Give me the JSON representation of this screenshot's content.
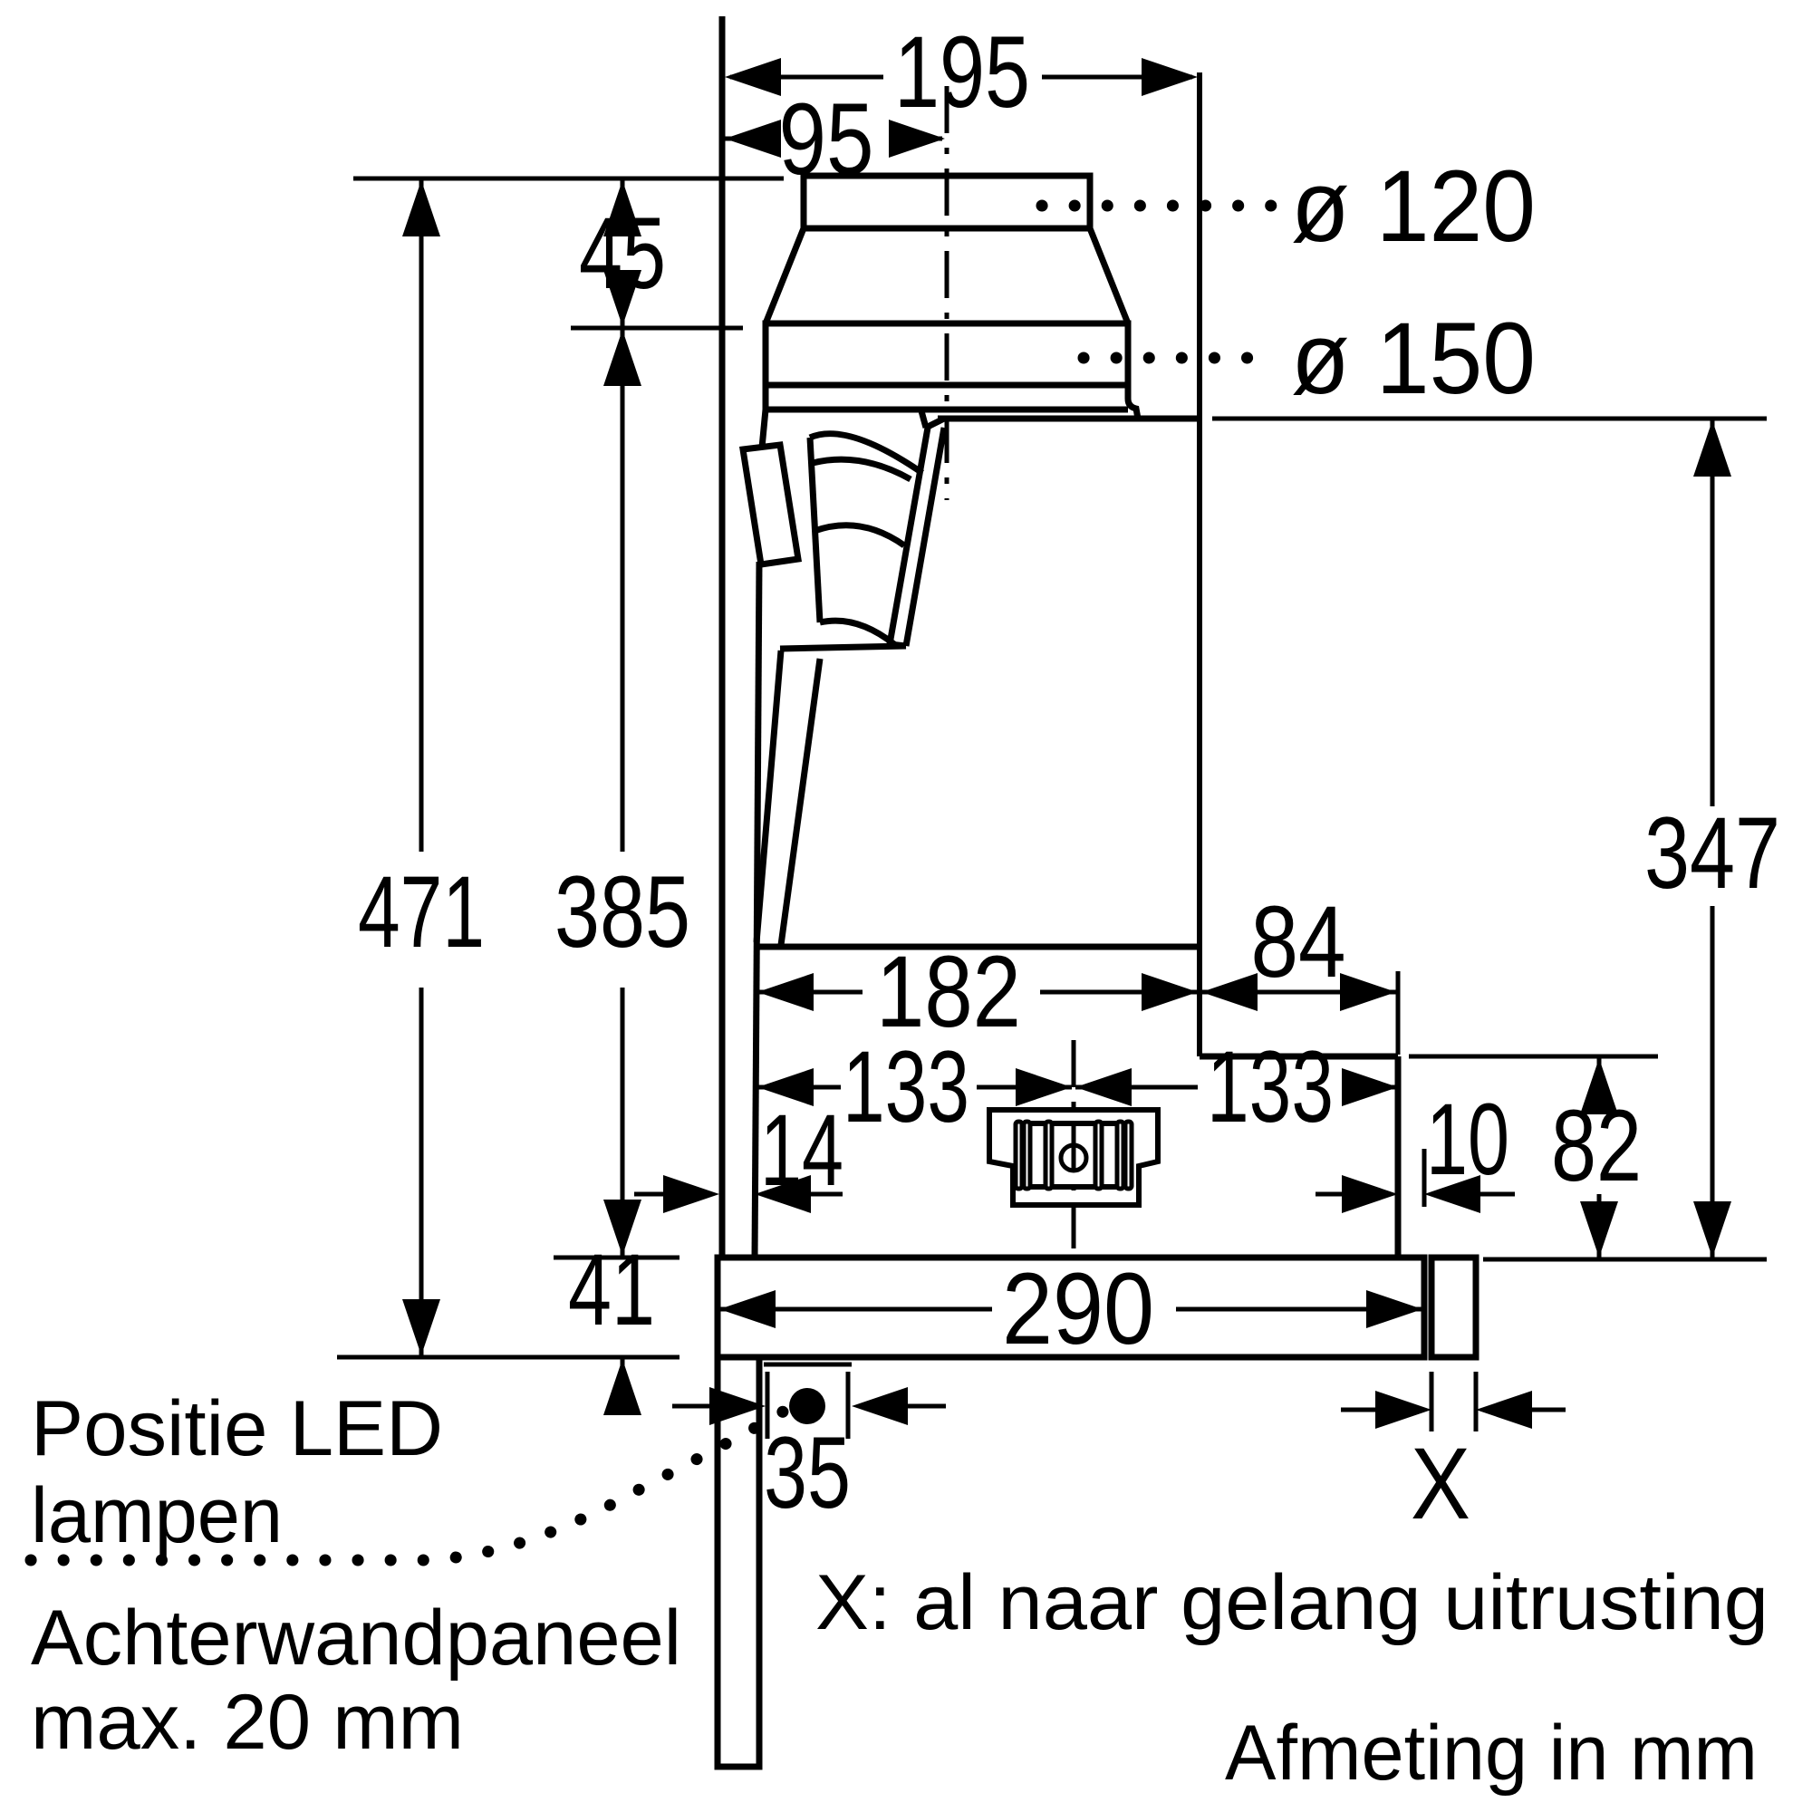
{
  "colors": {
    "ink": "#000000",
    "paper": "#ffffff"
  },
  "dims": {
    "top_width": "195",
    "half_width": "95",
    "collar_height": "45",
    "duct_top_dia": "ø 120",
    "duct_bottom_dia": "ø 150",
    "total_height": "471",
    "duct_height": "385",
    "body_height": "347",
    "body_depth": "182",
    "step_depth": "84",
    "center_front": "133",
    "center_back": "133",
    "wall_gap": "14",
    "rear_gap": "10",
    "step_height": "82",
    "visor_drop": "41",
    "visor_length": "290",
    "led_inset": "35",
    "front_panel": "X"
  },
  "notes": {
    "led_line1": "Positie LED",
    "led_line2": "lampen",
    "panel_line1": "Achterwandpaneel",
    "panel_line2": "max. 20 mm",
    "x_note": "X: al naar gelang uitrusting",
    "units_note": "Afmeting in mm"
  }
}
